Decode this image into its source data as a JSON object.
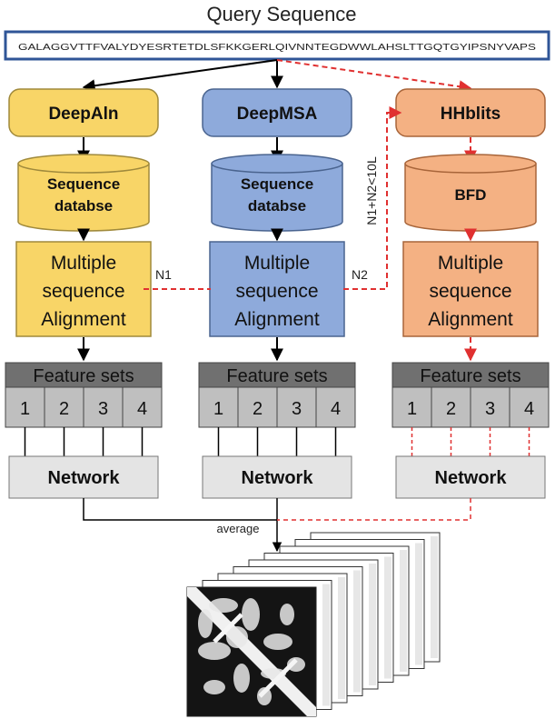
{
  "title": "Query Sequence",
  "sequence": "GALAGGVTTFVALYDYESRTETDLSFKKGERLQIVNNTEGDWWLAHSLTTGQTGYIPSNYVAPS",
  "columns": [
    {
      "id": "deepaln",
      "tool": "DeepAln",
      "database": [
        "Sequence",
        "databse"
      ],
      "msa": [
        "Multiple",
        "sequence",
        "Alignment"
      ],
      "features_title": "Feature sets",
      "features": [
        "1",
        "2",
        "3",
        "4"
      ],
      "network": "Network",
      "fill": "#f8d567",
      "stroke": "#a08a3c"
    },
    {
      "id": "deepmsa",
      "tool": "DeepMSA",
      "database": [
        "Sequence",
        "databse"
      ],
      "msa": [
        "Multiple",
        "sequence",
        "Alignment"
      ],
      "features_title": "Feature sets",
      "features": [
        "1",
        "2",
        "3",
        "4"
      ],
      "network": "Network",
      "fill": "#8eaadb",
      "stroke": "#4a648f"
    },
    {
      "id": "hhblits",
      "tool": "HHblits",
      "database": [
        "BFD"
      ],
      "msa": [
        "Multiple",
        "sequence",
        "Alignment"
      ],
      "features_title": "Feature sets",
      "features": [
        "1",
        "2",
        "3",
        "4"
      ],
      "network": "Network",
      "fill": "#f4b183",
      "stroke": "#a8653a"
    }
  ],
  "edge_labels": {
    "n1": "N1",
    "n2": "N2",
    "condition": "N1+N2<10L",
    "average": "average"
  },
  "colors": {
    "dashed": "#e03030",
    "solid": "#000000",
    "feature_header": "#707070",
    "feature_cell": "#bfbfbf",
    "network": "#e4e4e4",
    "title_box": "#2f5597"
  }
}
